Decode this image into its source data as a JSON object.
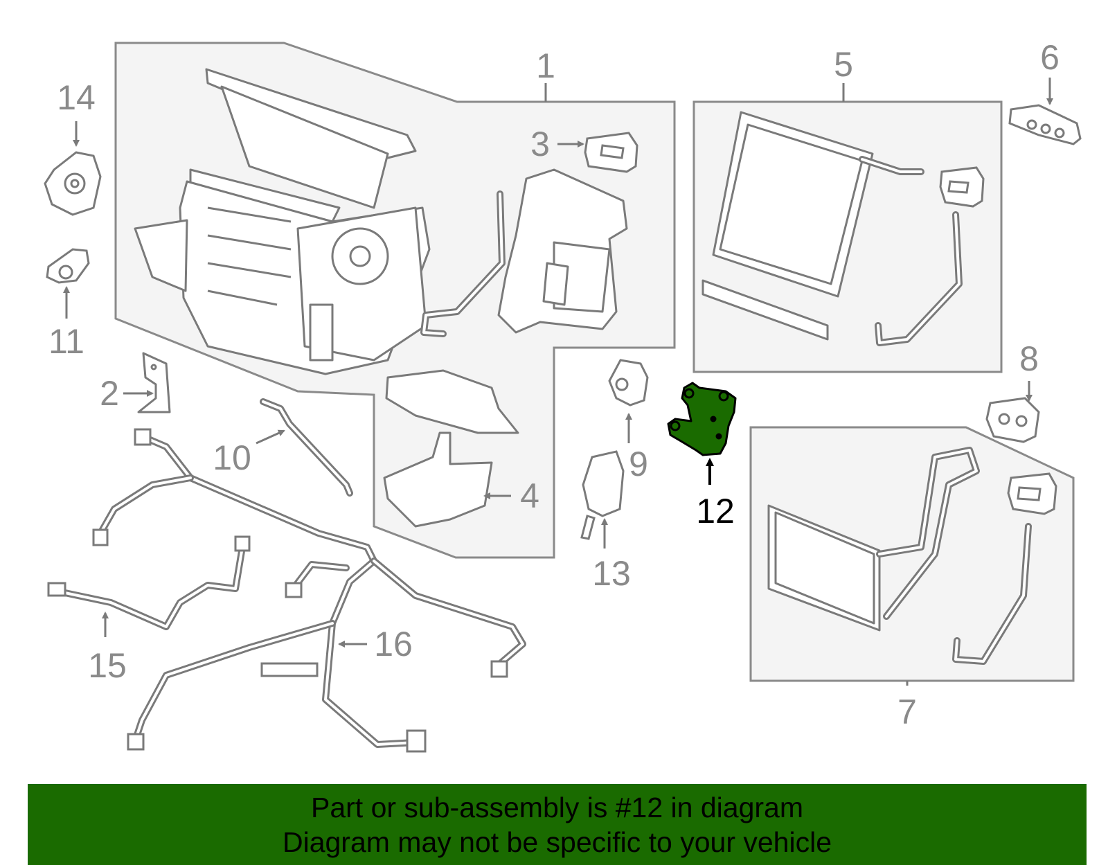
{
  "diagram": {
    "highlight_color": "#1a6b00",
    "line_color": "#8a8a8a",
    "box_fill": "#f4f4f4",
    "callouts": {
      "c1": "1",
      "c2": "2",
      "c3": "3",
      "c4": "4",
      "c5": "5",
      "c6": "6",
      "c7": "7",
      "c8": "8",
      "c9": "9",
      "c10": "10",
      "c11": "11",
      "c12": "12",
      "c13": "13",
      "c14": "14",
      "c15": "15",
      "c16": "16"
    }
  },
  "banner": {
    "line1": "Part or sub-assembly is #12 in diagram",
    "line2": "Diagram may not be specific to your vehicle",
    "background": "#1a6b00"
  }
}
